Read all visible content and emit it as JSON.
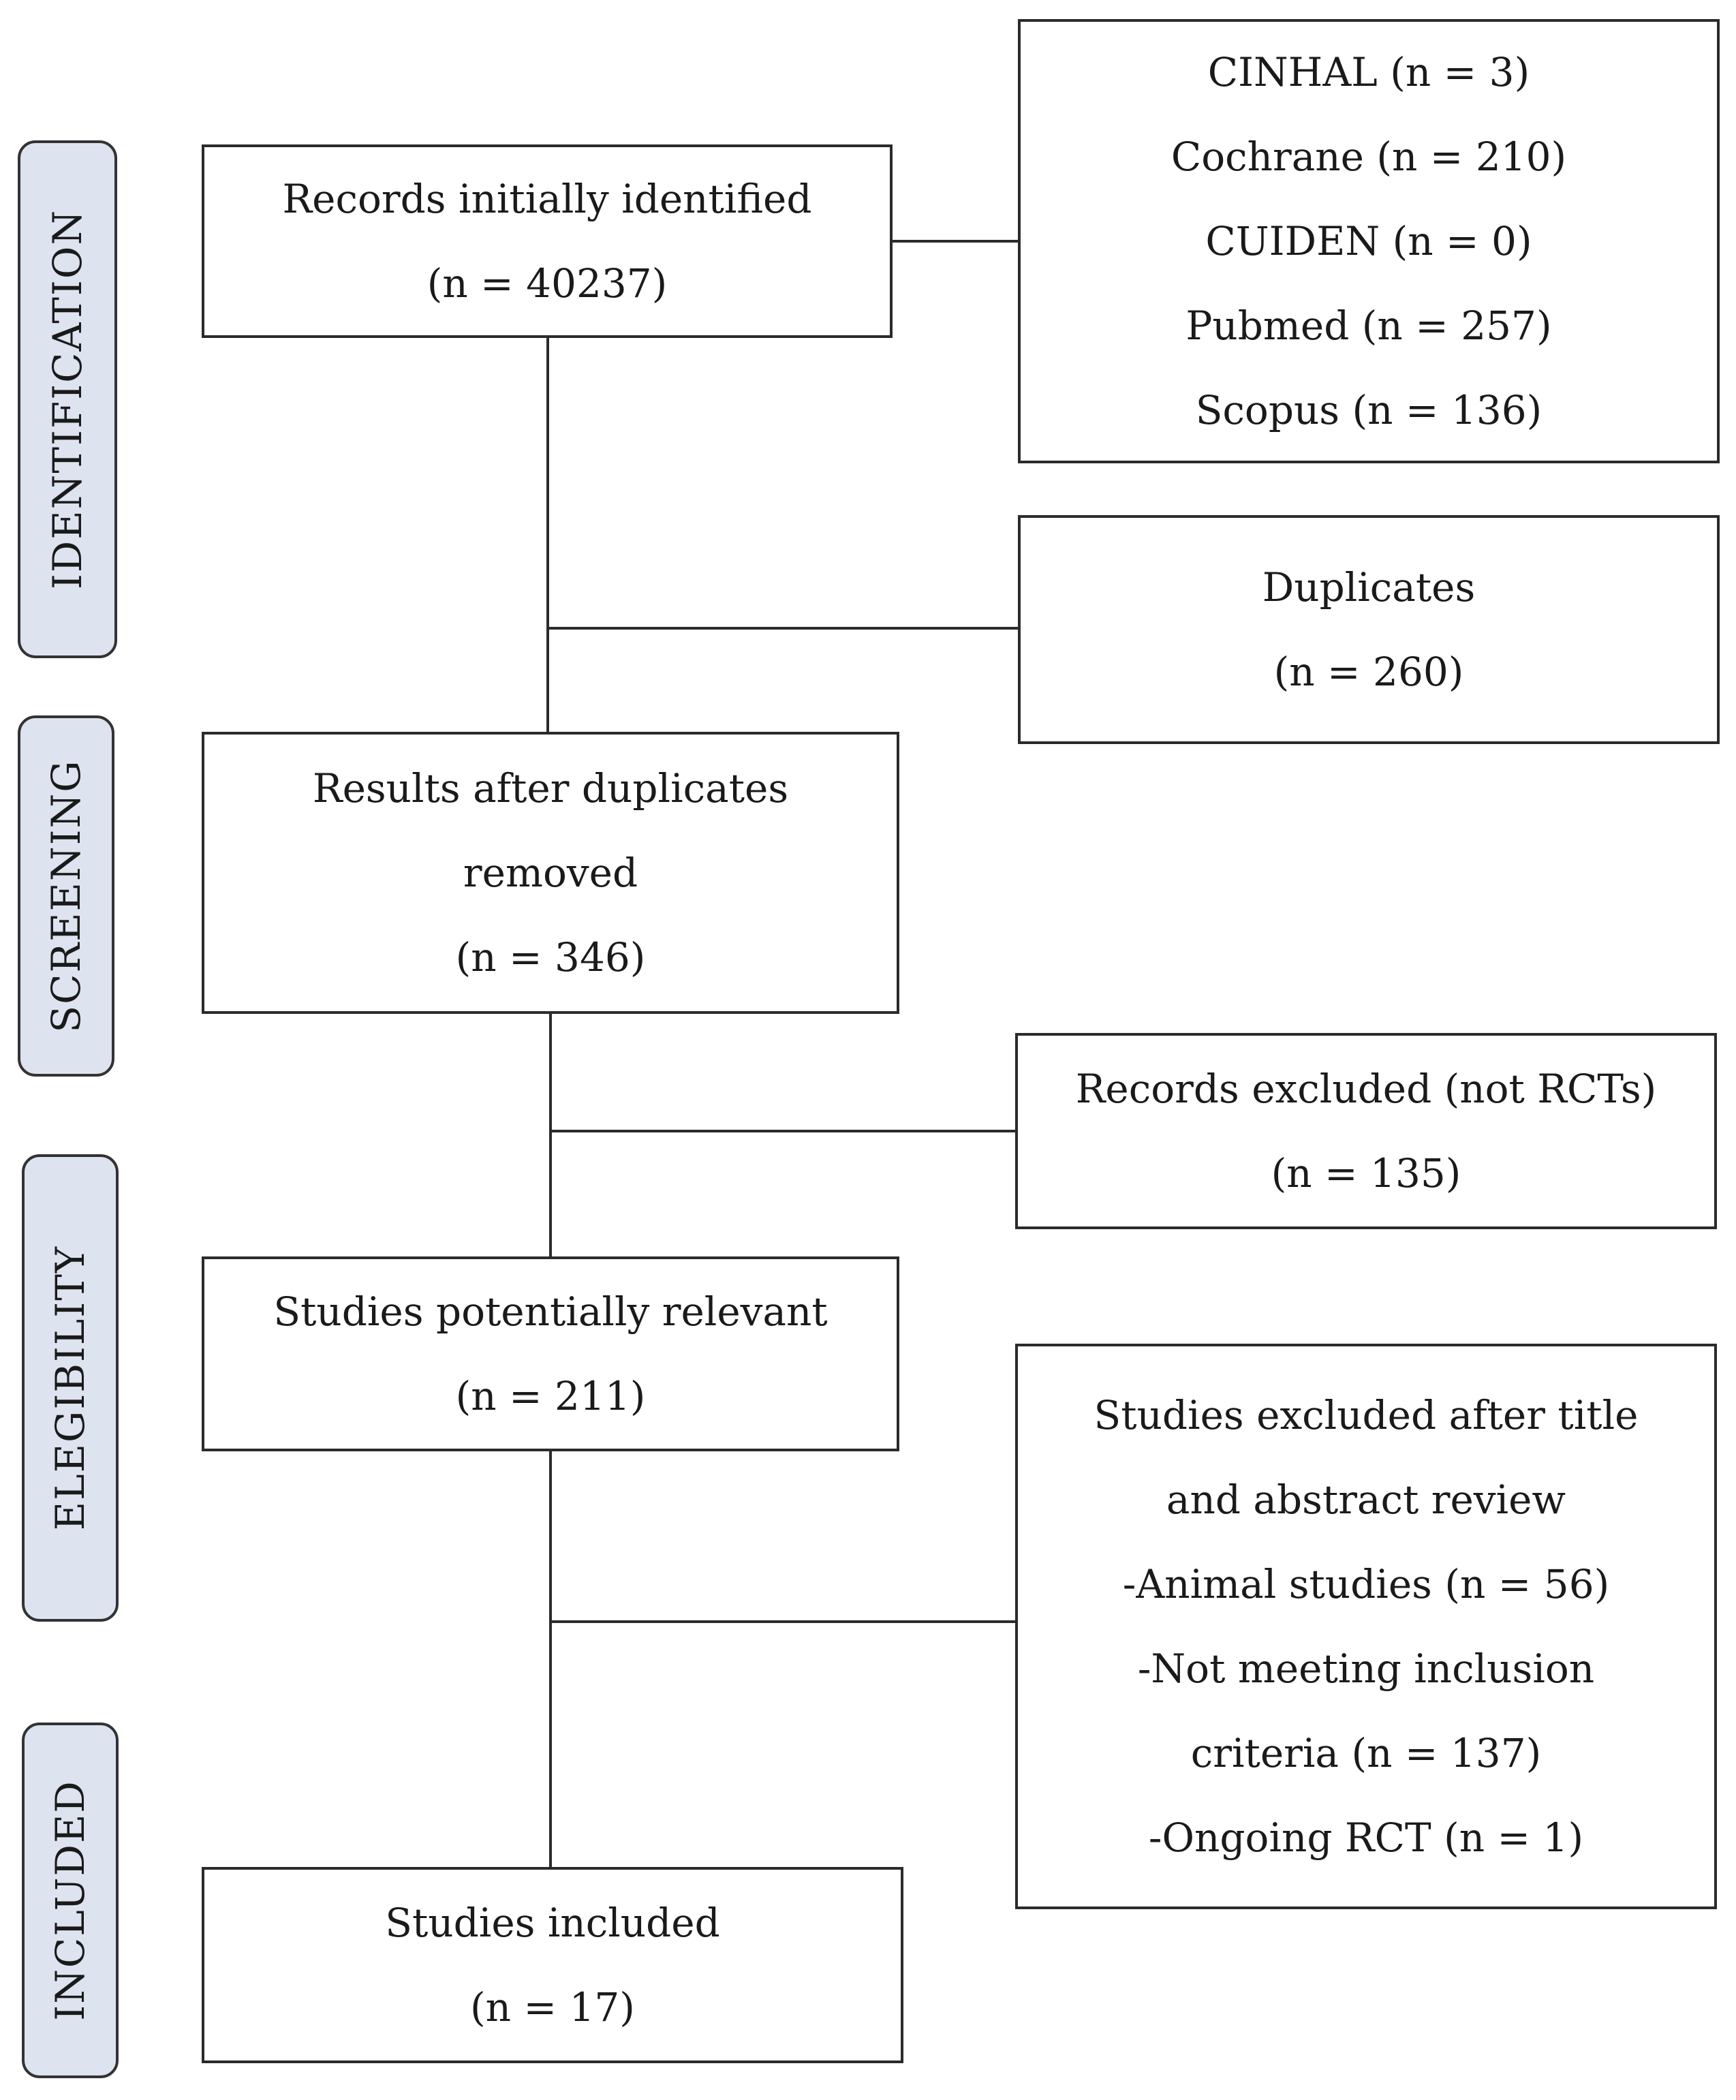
{
  "phases": {
    "identification": "IDENTIFICATION",
    "screening": "SCREENING",
    "elegibility": "ELEGIBILITY",
    "included": "INCLUDED"
  },
  "boxes": {
    "records_identified": [
      "Records initially identified",
      "(n = 40237)"
    ],
    "databases": [
      "CINHAL  (n = 3)",
      "Cochrane (n = 210)",
      "CUIDEN  (n = 0)",
      "Pubmed (n = 257)",
      "Scopus (n = 136)"
    ],
    "duplicates": [
      "Duplicates",
      "(n = 260)"
    ],
    "after_duplicates": [
      "Results after duplicates",
      "removed",
      "(n = 346)"
    ],
    "excluded_not_rcts": [
      "Records excluded (not RCTs)",
      "(n = 135)"
    ],
    "potentially_relevant": [
      "Studies potentially relevant",
      "(n = 211)"
    ],
    "excluded_after_review": [
      "Studies excluded  after title",
      "and abstract review",
      "-Animal studies (n = 56)",
      "-Not meeting inclusion",
      "criteria (n = 137)",
      "-Ongoing RCT (n = 1)"
    ],
    "included": [
      "Studies included",
      "(n = 17)"
    ]
  },
  "colors": {
    "phase_fill": "#dde3ef",
    "border": "#2b2b2b"
  }
}
